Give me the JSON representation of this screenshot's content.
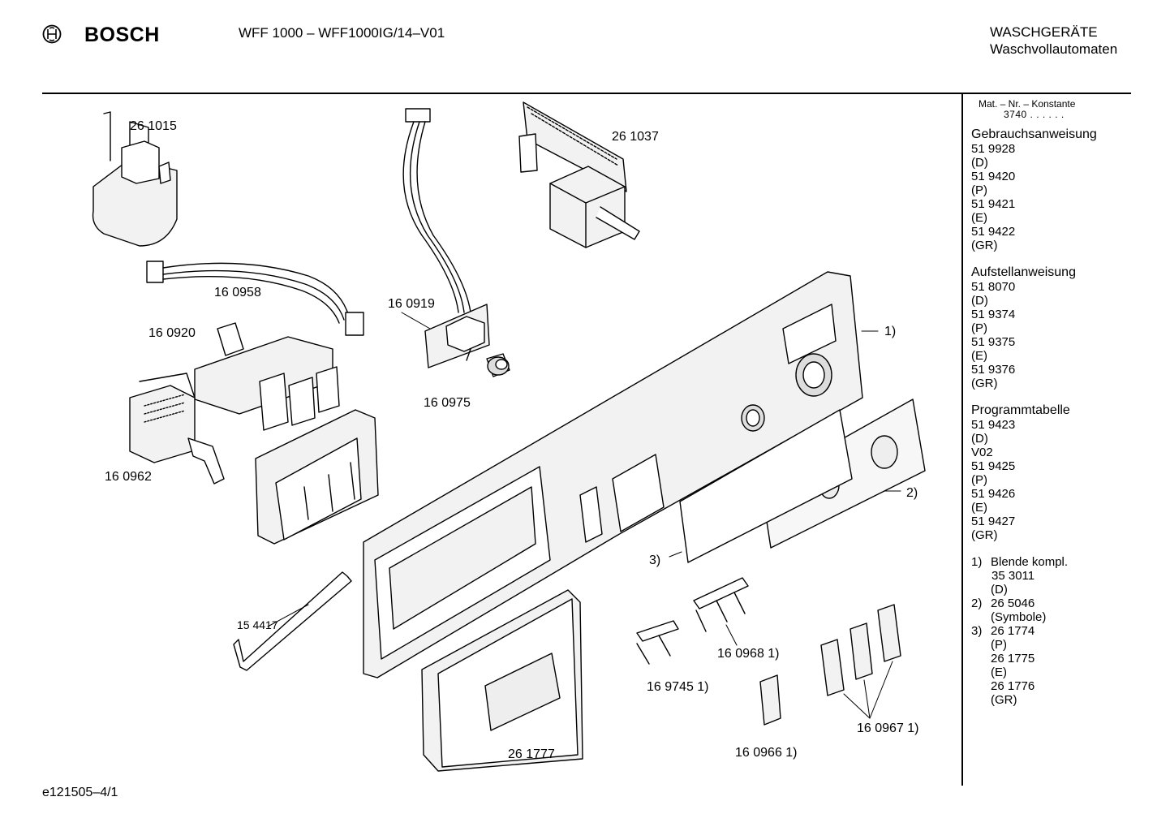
{
  "header": {
    "brand": "BOSCH",
    "logo_icon": "bosch-armature-logo-icon",
    "model": "WFF 1000 – WFF1000IG/14–V01",
    "category": "WASCHGERÄTE",
    "subcategory": "Waschvollautomaten"
  },
  "footer": {
    "code": "e121505–4/1"
  },
  "parts": {
    "p261015": "26 1015",
    "p261037": "26 1037",
    "p160958": "16 0958",
    "p160919": "16 0919",
    "p160920": "16 0920",
    "p160975": "16 0975",
    "p160962": "16 0962",
    "ref1": "1)",
    "ref2": "2)",
    "ref3": "3)",
    "p154417": "15 4417",
    "p261777": "26 1777",
    "p169745": "16 9745 1)",
    "p160968": "16 0968 1)",
    "p160966": "16 0966 1)",
    "p160967": "16 0967 1)"
  },
  "sidebar": {
    "mat_header": "Mat. – Nr. – Konstante",
    "mat_value": "3740 . . . . . .",
    "sections": [
      {
        "title": "Gebrauchsanweisung",
        "lines": [
          "51 9928",
          "(D)",
          "51 9420",
          "(P)",
          "51 9421",
          "(E)",
          "51 9422",
          "(GR)"
        ]
      },
      {
        "title": "Aufstellanweisung",
        "lines": [
          "51 8070",
          "(D)",
          "51 9374",
          "(P)",
          "51 9375",
          "(E)",
          "51 9376",
          "(GR)"
        ]
      },
      {
        "title": "Programmtabelle",
        "lines": [
          "51 9423",
          "(D)",
          "V02",
          "51 9425",
          "(P)",
          "51 9426",
          "(E)",
          "51 9427",
          "(GR)"
        ]
      }
    ],
    "notes": [
      {
        "num": "1)",
        "lines": [
          "Blende kompl.",
          "35 3011",
          "(D)"
        ]
      },
      {
        "num": "2)",
        "lines": [
          "26 5046",
          "(Symbole)"
        ]
      },
      {
        "num": "3)",
        "lines": [
          "26 1774",
          "(P)",
          "26 1775",
          "(E)",
          "26 1776",
          "(GR)"
        ]
      }
    ]
  }
}
